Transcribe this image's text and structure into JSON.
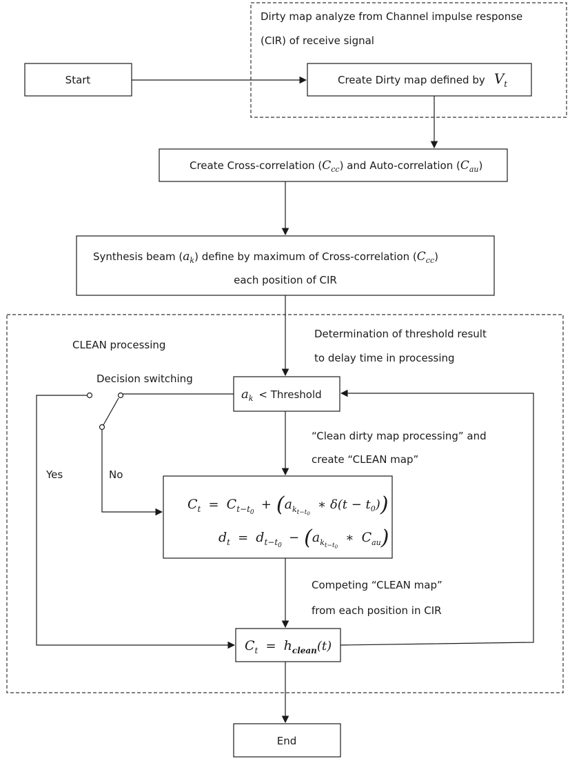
{
  "groups": {
    "dirty_map_title_1": "Dirty map analyze from Channel impulse response",
    "dirty_map_title_2": "(CIR) of receive signal",
    "clean_processing": "CLEAN processing"
  },
  "nodes": {
    "start": "Start",
    "create_dirty_map": "Create Dirty map defined by",
    "create_dirty_map_var": "V",
    "create_dirty_map_sub": "t",
    "cross_corr_a": "Create Cross-correlation (",
    "cross_corr_b": ") and Auto-correlation (",
    "cross_corr_c": ")",
    "synth_a": "Synthesis beam (",
    "synth_b": ") define by maximum of Cross-correlation (",
    "synth_c": ")",
    "synth_line2": "each position of CIR",
    "threshold": "< Threshold",
    "end": "End"
  },
  "symbols": {
    "C": "C",
    "a": "a",
    "d": "d",
    "h": "h",
    "cc": "cc",
    "au": "au",
    "k": "k",
    "t": "t",
    "clean": "clean",
    "t_minus_t0": "t−t",
    "zero": "0"
  },
  "annotations": {
    "threshold_note_1": "Determination of threshold result",
    "threshold_note_2": "to delay time in processing",
    "decision_switching": "Decision switching",
    "clean_note_1": "“Clean dirty map processing” and",
    "clean_note_2": "create “CLEAN map”",
    "competing_1": "Competing “CLEAN map”",
    "competing_2": "from each position in CIR",
    "yes": "Yes",
    "no": "No"
  }
}
